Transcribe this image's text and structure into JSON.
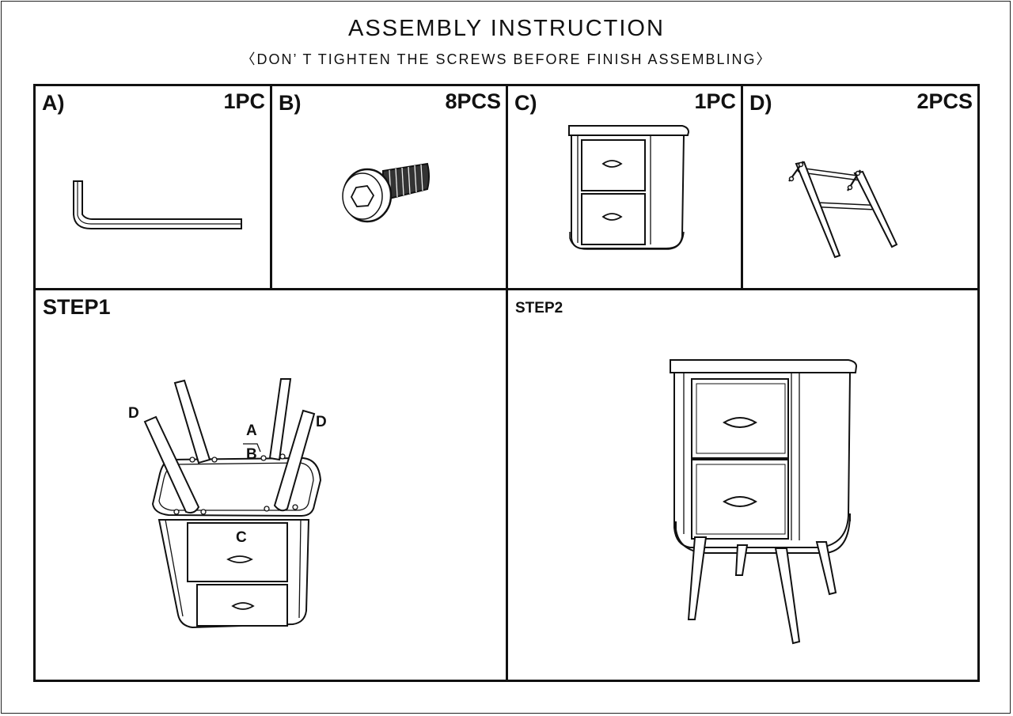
{
  "header": {
    "title": "ASSEMBLY INSTRUCTION",
    "subtitle": "〈DON’ T TIGHTEN THE SCREWS BEFORE FINISH ASSEMBLING〉"
  },
  "parts": [
    {
      "letter": "A)",
      "qty": "1PC",
      "icon": "allen-key-icon"
    },
    {
      "letter": "B)",
      "qty": "8PCS",
      "icon": "screw-icon"
    },
    {
      "letter": "C)",
      "qty": "1PC",
      "icon": "cabinet-icon"
    },
    {
      "letter": "D)",
      "qty": "2PCS",
      "icon": "leg-frame-icon"
    }
  ],
  "steps": [
    {
      "label": "STEP1",
      "callouts": {
        "d_left": "D",
        "d_right": "D",
        "a": "A",
        "b": "B",
        "c": "C"
      }
    },
    {
      "label": "STEP2"
    }
  ]
}
